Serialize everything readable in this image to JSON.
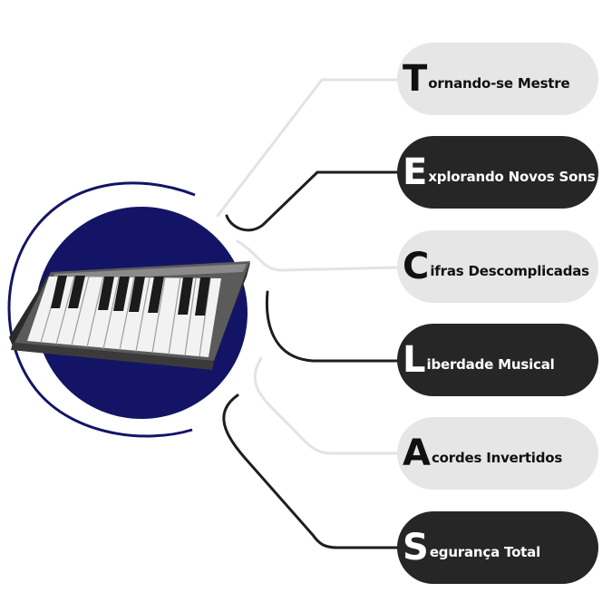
{
  "colors": {
    "circle_fill": "#141466",
    "circle_ring": "#141466",
    "pill_light": "#e6e6e6",
    "pill_dark": "#262626",
    "connector_light": "#e3e3e3",
    "connector_dark": "#1e1e1e"
  },
  "keyboard": {
    "icon": "piano-keyboard-icon"
  },
  "items": [
    {
      "initial": "T",
      "rest": "ornando-se Mestre",
      "style": "light"
    },
    {
      "initial": "E",
      "rest": "xplorando Novos Sons",
      "style": "dark"
    },
    {
      "initial": "C",
      "rest": "ifras Descomplicadas",
      "style": "light"
    },
    {
      "initial": "L",
      "rest": "iberdade Musical",
      "style": "dark"
    },
    {
      "initial": "A",
      "rest": "cordes Invertidos",
      "style": "light"
    },
    {
      "initial": "S",
      "rest": "egurança Total",
      "style": "dark"
    }
  ]
}
